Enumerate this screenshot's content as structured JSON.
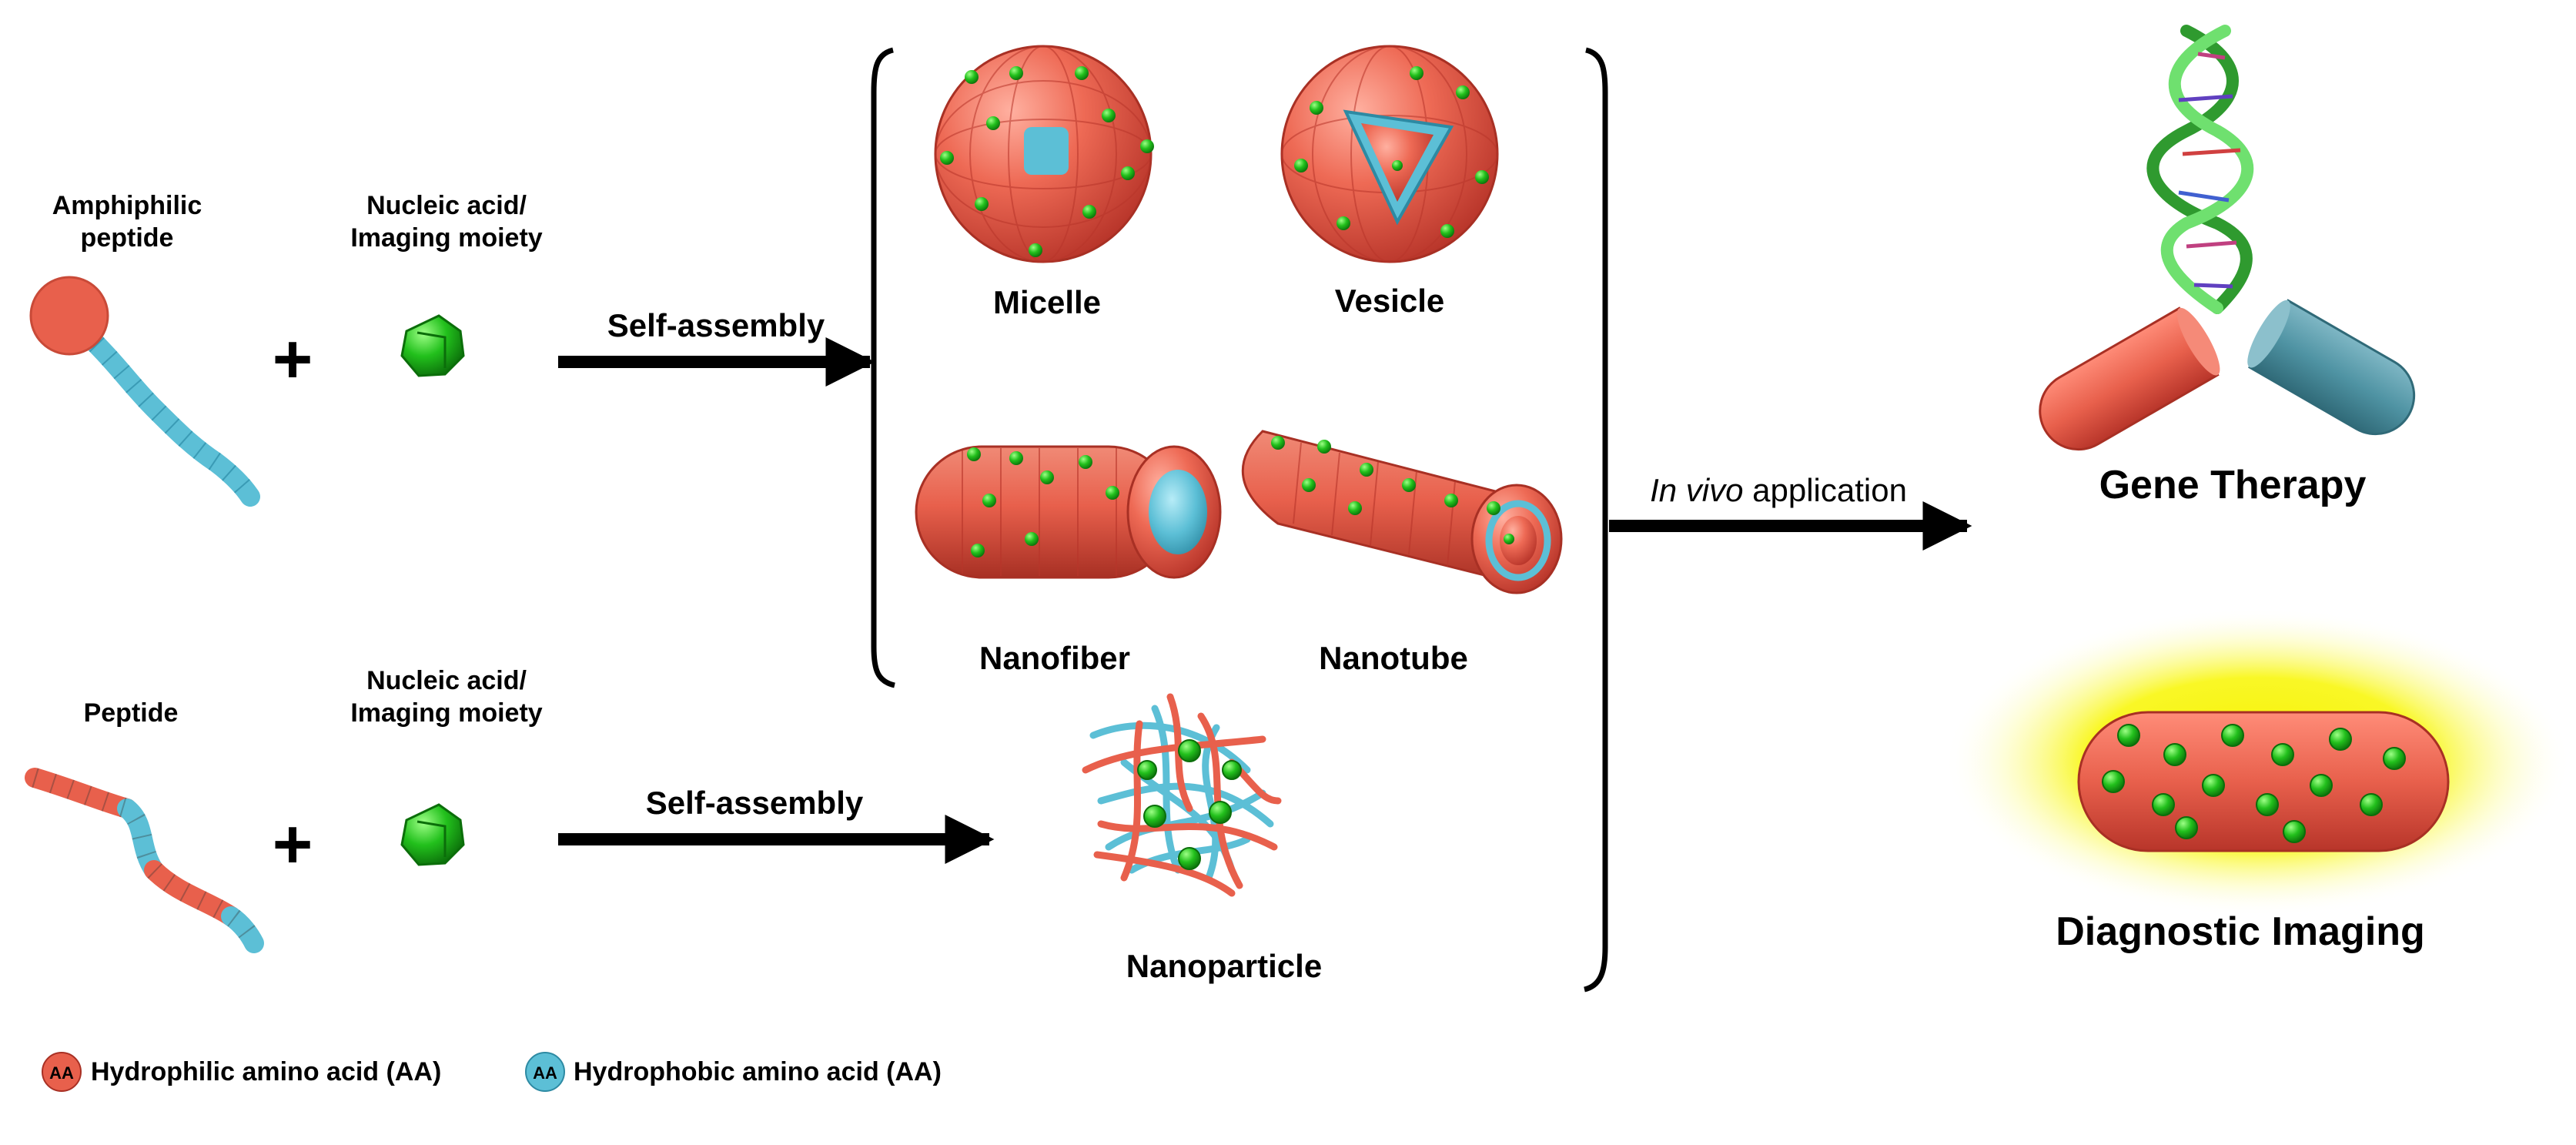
{
  "inputs": {
    "amphiphilic_peptide": [
      "Amphiphilic",
      "peptide"
    ],
    "nucleic_acid_1": [
      "Nucleic acid/",
      "Imaging moiety"
    ],
    "peptide": "Peptide",
    "nucleic_acid_2": [
      "Nucleic acid/",
      "Imaging moiety"
    ],
    "plus": "+"
  },
  "arrows": {
    "self_assembly_1": "Self-assembly",
    "self_assembly_2": "Self-assembly",
    "application_italic": "In vivo",
    "application_rest": " application"
  },
  "structures": {
    "micelle": "Micelle",
    "vesicle": "Vesicle",
    "nanofiber": "Nanofiber",
    "nanotube": "Nanotube",
    "nanoparticle": "Nanoparticle"
  },
  "applications": {
    "gene_therapy": "Gene Therapy",
    "diagnostic_imaging": "Diagnostic Imaging"
  },
  "legend": {
    "badge_text": "AA",
    "hydrophilic": "Hydrophilic amino acid (AA)",
    "hydrophobic": "Hydrophobic amino acid (AA)"
  },
  "colors": {
    "hydrophilic": "#e8604c",
    "hydrophobic": "#5cbfd6",
    "cargo": "#22c01c",
    "glow": "#f5f000",
    "capsule_blue": "#4f93a3"
  }
}
